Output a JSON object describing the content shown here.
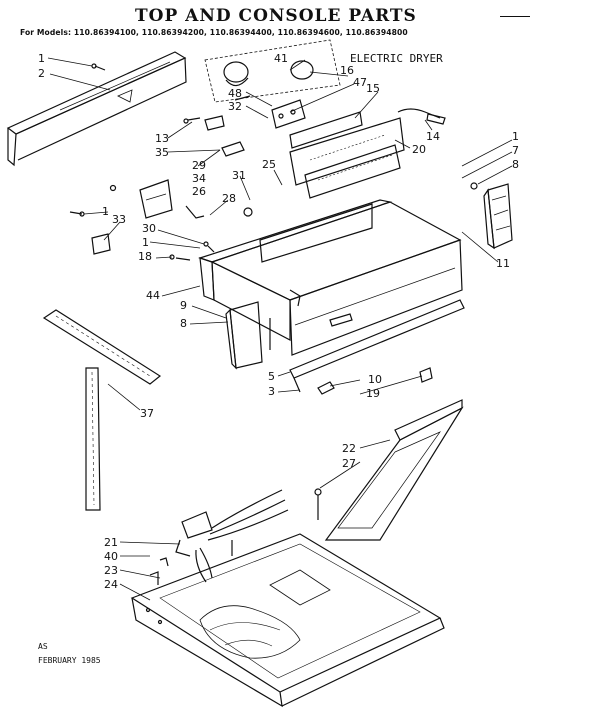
{
  "header": {
    "title": "TOP AND CONSOLE PARTS",
    "models": "For Models: 110.86394100, 110.86394200, 110.86394400, 110.86394600, 110.86394800",
    "variant": "ELECTRIC DRYER"
  },
  "footer": {
    "code": "AS",
    "date": "FEBRUARY 1985"
  },
  "callouts": [
    "1",
    "2",
    "41",
    "16",
    "47",
    "15",
    "48",
    "32",
    "13",
    "35",
    "29",
    "34",
    "26",
    "14",
    "20",
    "1",
    "7",
    "8",
    "25",
    "31",
    "28",
    "1",
    "33",
    "30",
    "1",
    "18",
    "44",
    "11",
    "9",
    "8",
    "5",
    "3",
    "10",
    "19",
    "37",
    "22",
    "27",
    "21",
    "40",
    "23",
    "24"
  ]
}
